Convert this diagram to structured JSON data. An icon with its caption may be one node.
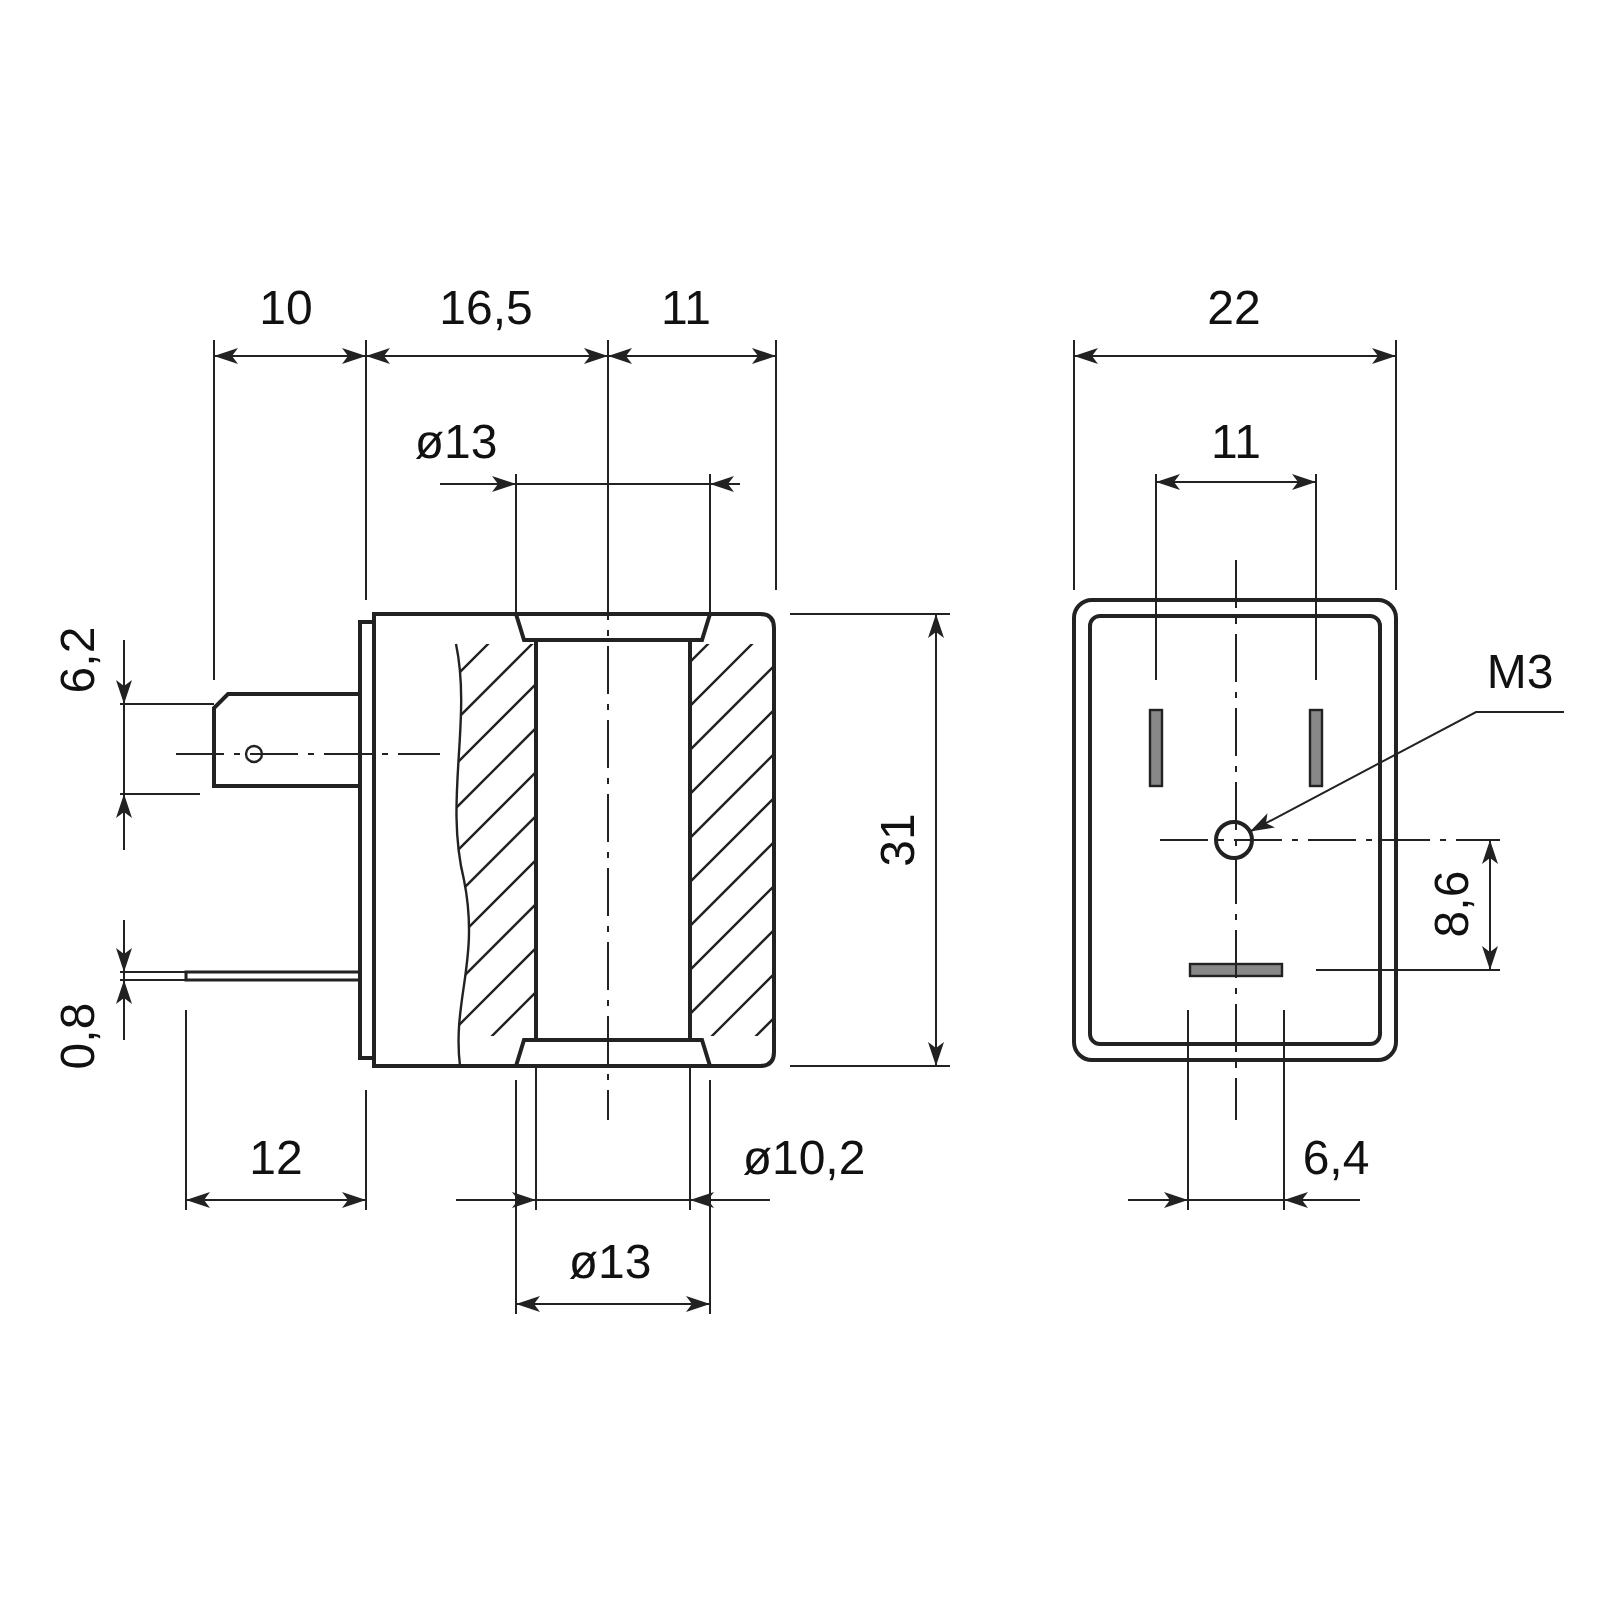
{
  "diagram": {
    "nodes": [
      {
        "text": [
          "M3"
        ]
      },
      {
        "text": [],
        "shape": "circle"
      }
    ],
    "edges": [
      {
        "from": 0,
        "to": 1,
        "arrow": "to"
      }
    ],
    "labels": [
      "10",
      "16,5",
      "11",
      "22",
      "ø13",
      "11",
      "6,2",
      "31",
      "8,6",
      "0,8",
      "12",
      "ø10,2",
      "6,4",
      "ø13"
    ]
  }
}
